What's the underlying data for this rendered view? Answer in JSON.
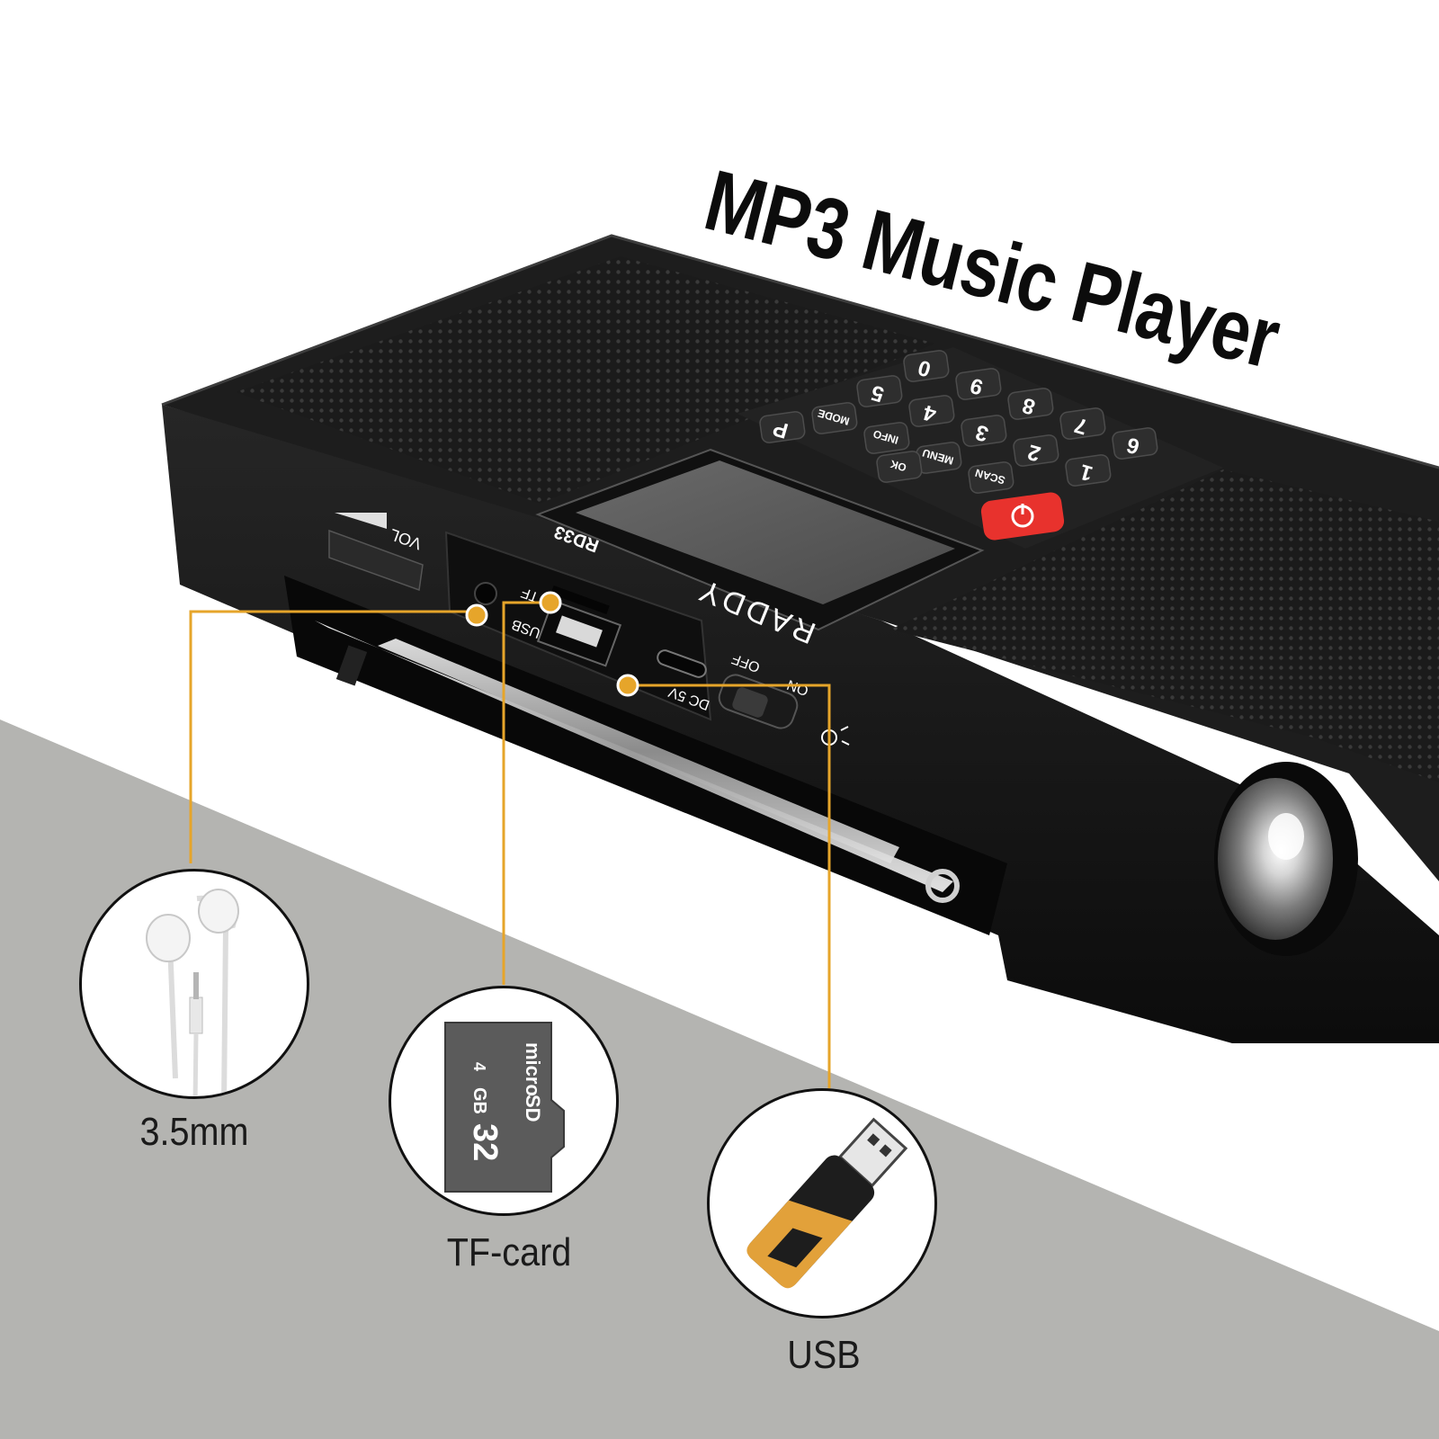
{
  "headline": "MP3 Music Player",
  "device": {
    "brand": "RADDY",
    "model": "RD33",
    "keypad_keys": [
      "0",
      "9",
      "8",
      "7",
      "6",
      "5",
      "4",
      "3",
      "2",
      "1",
      "P",
      "MODE",
      "INFO",
      "MENU",
      "SCAN",
      "OK"
    ],
    "panel_labels": {
      "vol": "VOL",
      "tf": "TF",
      "usb": "USB",
      "dc": "DC 5V",
      "off": "OFF",
      "on": "ON"
    }
  },
  "accessories": [
    {
      "label": "3.5mm",
      "icon": "earphones-icon"
    },
    {
      "label": "TF-card",
      "icon": "microsd-card-icon"
    },
    {
      "label": "USB",
      "icon": "usb-drive-icon"
    }
  ],
  "microsd": {
    "capacity": "32",
    "unit": "GB",
    "brand_line1": "micro",
    "brand_line2": "SD",
    "class": "4"
  },
  "colors": {
    "background_top": "#ffffff",
    "background_floor": "#b4b4b1",
    "device_body": "#141414",
    "callout_line": "#e6a52a",
    "power_button": "#e8322d"
  }
}
